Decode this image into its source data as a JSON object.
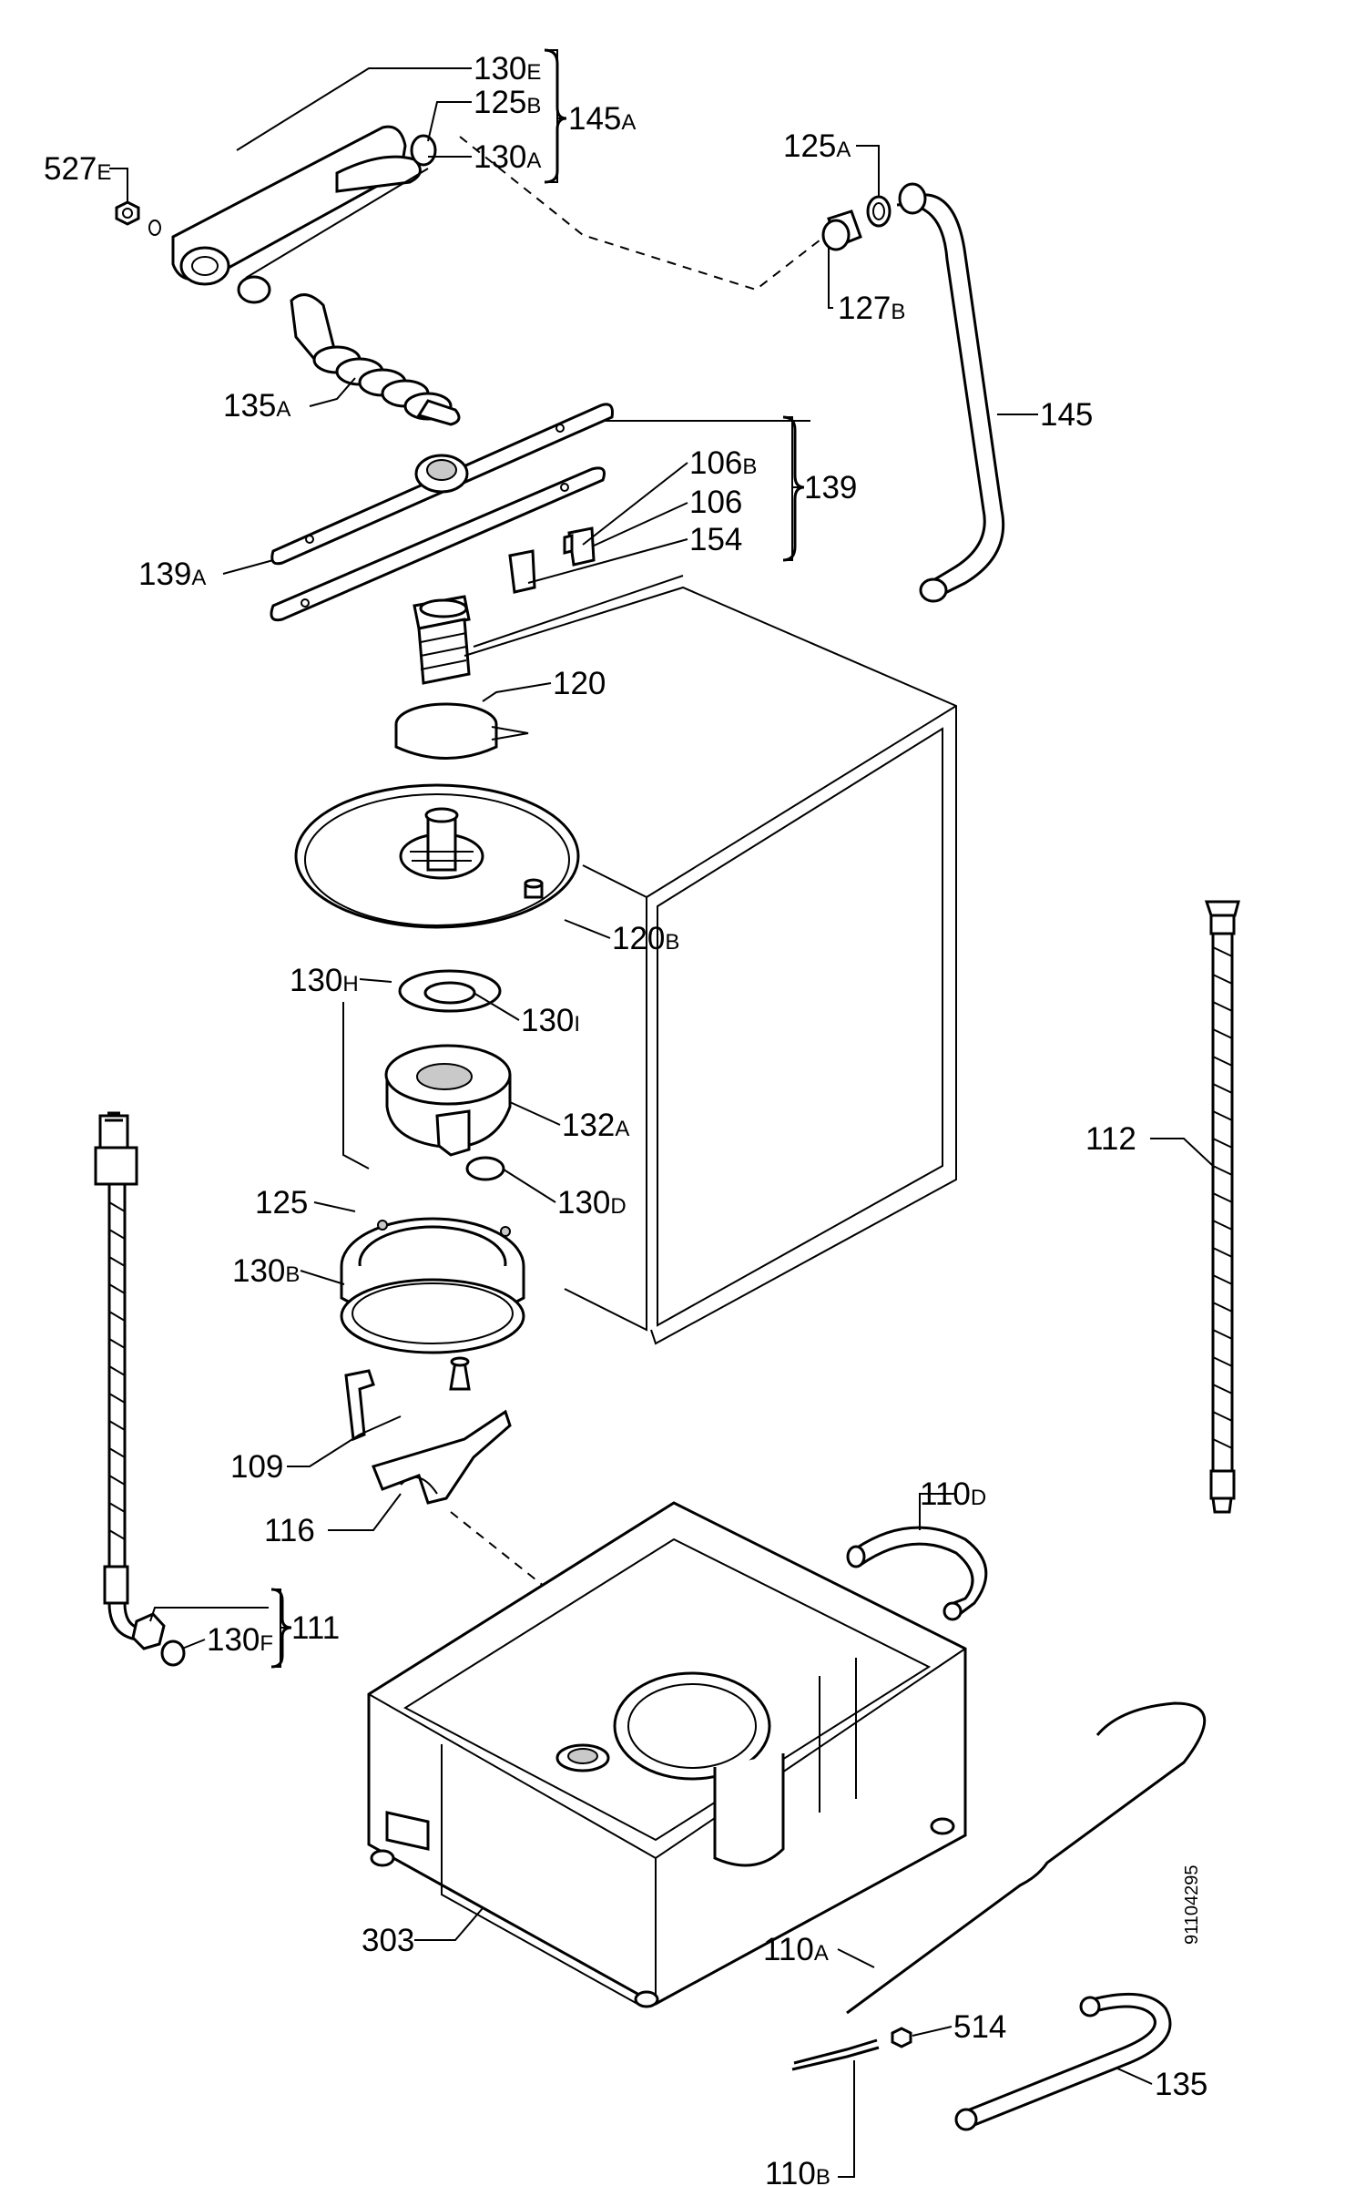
{
  "labels": {
    "l130E": {
      "main": "130",
      "suffix": "E"
    },
    "l125B": {
      "main": "125",
      "suffix": "B"
    },
    "l130A": {
      "main": "130",
      "suffix": "A"
    },
    "l145A": {
      "main": "145",
      "suffix": "A"
    },
    "l527E": {
      "main": "527",
      "suffix": "E"
    },
    "l125A": {
      "main": "125",
      "suffix": "A"
    },
    "l127B": {
      "main": "127",
      "suffix": "B"
    },
    "l145": {
      "main": "145",
      "suffix": ""
    },
    "l135A": {
      "main": "135",
      "suffix": "A"
    },
    "l106B": {
      "main": "106",
      "suffix": "B"
    },
    "l106": {
      "main": "106",
      "suffix": ""
    },
    "l154": {
      "main": "154",
      "suffix": ""
    },
    "l139": {
      "main": "139",
      "suffix": ""
    },
    "l139A": {
      "main": "139",
      "suffix": "A"
    },
    "l120": {
      "main": "120",
      "suffix": ""
    },
    "l120B": {
      "main": "120",
      "suffix": "B"
    },
    "l130H": {
      "main": "130",
      "suffix": "H"
    },
    "l130I": {
      "main": "130",
      "suffix": "I"
    },
    "l132A": {
      "main": "132",
      "suffix": "A"
    },
    "l112": {
      "main": "112",
      "suffix": ""
    },
    "l125": {
      "main": "125",
      "suffix": ""
    },
    "l130D": {
      "main": "130",
      "suffix": "D"
    },
    "l130B": {
      "main": "130",
      "suffix": "B"
    },
    "l109": {
      "main": "109",
      "suffix": ""
    },
    "l110D": {
      "main": "110",
      "suffix": "D"
    },
    "l116": {
      "main": "116",
      "suffix": ""
    },
    "l130F": {
      "main": "130",
      "suffix": "F"
    },
    "l111": {
      "main": "111",
      "suffix": ""
    },
    "l303": {
      "main": "303",
      "suffix": ""
    },
    "l110A": {
      "main": "110",
      "suffix": "A"
    },
    "l514": {
      "main": "514",
      "suffix": ""
    },
    "l135": {
      "main": "135",
      "suffix": ""
    },
    "l110B": {
      "main": "110",
      "suffix": "B"
    }
  },
  "drawing_id": "91104295"
}
